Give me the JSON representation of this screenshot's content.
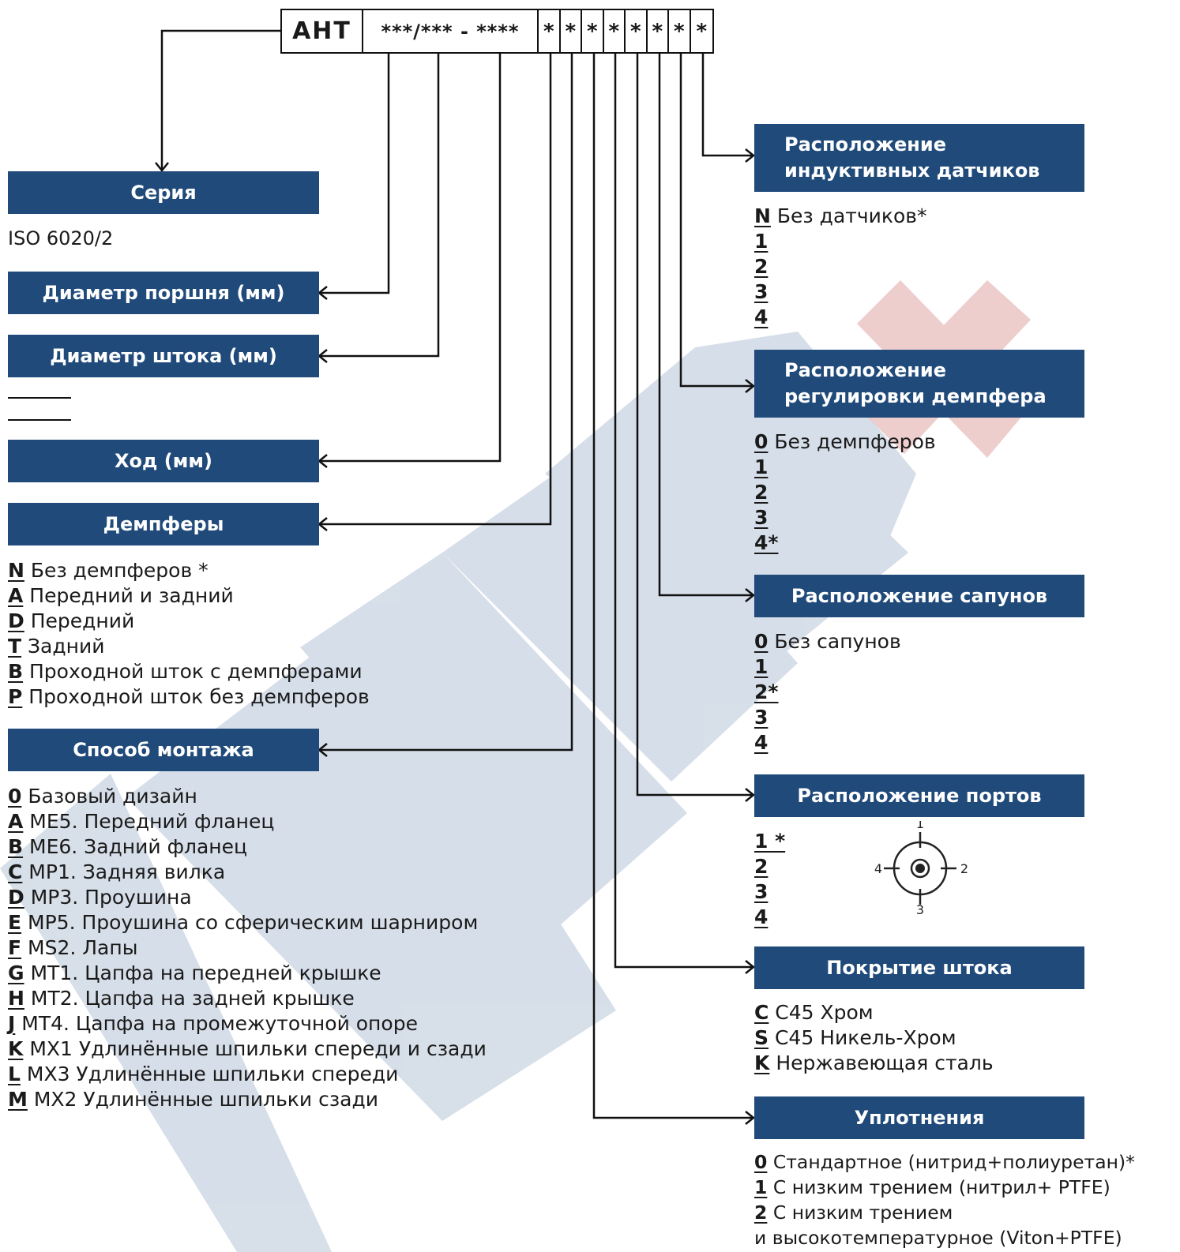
{
  "colors": {
    "header_bg": "#1f4a7a",
    "header_text": "#ffffff",
    "watermark_blue": "#c7d2e0",
    "watermark_red": "#e8b4b4",
    "line": "#111111"
  },
  "code": {
    "series": "АНТ",
    "pattern": "***/*** - ****",
    "stars": [
      "*",
      "*",
      "*",
      "*",
      "*",
      "*",
      "*",
      "*"
    ]
  },
  "series": {
    "title": "Серия",
    "value": "ISO 6020/2"
  },
  "piston": {
    "title": "Диаметр поршня (мм)"
  },
  "rod": {
    "title": "Диаметр штока (мм)"
  },
  "stroke": {
    "title": "Ход (мм)"
  },
  "dampers": {
    "title": "Демпферы",
    "options": [
      {
        "code": "N",
        "text": " Без демпферов *"
      },
      {
        "code": "A",
        "text": " Передний и задний"
      },
      {
        "code": "D",
        "text": " Передний"
      },
      {
        "code": "T",
        "text": " Задний"
      },
      {
        "code": "B",
        "text": " Проходной шток с демпферами"
      },
      {
        "code": "P",
        "text": " Проходной шток без демпферов"
      }
    ]
  },
  "mounting": {
    "title": "Способ монтажа",
    "options": [
      {
        "code": "0",
        "text": " Базовый дизайн"
      },
      {
        "code": "A",
        "text": " ME5. Передний фланец"
      },
      {
        "code": "B",
        "text": " ME6. Задний фланец"
      },
      {
        "code": "C",
        "text": " MP1. Задняя вилка"
      },
      {
        "code": "D",
        "text": " MP3. Проушина"
      },
      {
        "code": "E",
        "text": " MP5. Проушина со сферическим шарниром"
      },
      {
        "code": "F",
        "text": " MS2. Лапы"
      },
      {
        "code": "G",
        "text": " MT1. Цапфа на передней крышке"
      },
      {
        "code": "H",
        "text": " MT2. Цапфа на задней крышке"
      },
      {
        "code": "J",
        "text": " MT4. Цапфа на промежуточной опоре"
      },
      {
        "code": "K",
        "text": " MX1 Удлинённые шпильки спереди и сзади"
      },
      {
        "code": "L",
        "text": " MX3 Удлинённые шпильки спереди"
      },
      {
        "code": "M",
        "text": " MX2 Удлинённые шпильки сзади"
      }
    ]
  },
  "sensors": {
    "title_line1": "Расположение",
    "title_line2": "индуктивных датчиков",
    "options": [
      {
        "code": "N",
        "text": " Без датчиков*"
      },
      {
        "code": "1",
        "text": ""
      },
      {
        "code": "2",
        "text": ""
      },
      {
        "code": "3",
        "text": ""
      },
      {
        "code": "4",
        "text": ""
      }
    ]
  },
  "damper_adj": {
    "title_line1": "Расположение",
    "title_line2": "регулировки демпфера",
    "options": [
      {
        "code": "0",
        "text": " Без демпферов"
      },
      {
        "code": "1",
        "text": ""
      },
      {
        "code": "2",
        "text": ""
      },
      {
        "code": "3",
        "text": ""
      },
      {
        "code": "4*",
        "text": ""
      }
    ]
  },
  "breathers": {
    "title": "Расположение сапунов",
    "options": [
      {
        "code": "0",
        "text": " Без сапунов"
      },
      {
        "code": "1",
        "text": ""
      },
      {
        "code": "2*",
        "text": ""
      },
      {
        "code": "3",
        "text": ""
      },
      {
        "code": "4",
        "text": ""
      }
    ]
  },
  "ports": {
    "title": "Расположение портов",
    "options": [
      {
        "code": "1 *",
        "text": ""
      },
      {
        "code": "2",
        "text": ""
      },
      {
        "code": "3",
        "text": ""
      },
      {
        "code": "4",
        "text": ""
      }
    ],
    "diagram_labels": {
      "top": "1",
      "right": "2",
      "bottom": "3",
      "left": "4"
    }
  },
  "coating": {
    "title": "Покрытие штока",
    "options": [
      {
        "code": "C",
        "text": " C45 Хром"
      },
      {
        "code": "S",
        "text": " C45 Никель-Хром"
      },
      {
        "code": "K",
        "text": " Нержавеющая сталь"
      }
    ]
  },
  "seals": {
    "title": "Уплотнения",
    "options": [
      {
        "code": "0",
        "text": " Стандартное (нитрид+полиуретан)*"
      },
      {
        "code": "1",
        "text": " С низким трением (нитрил+ PTFE)"
      },
      {
        "code": "2",
        "text": " С низким трением"
      },
      {
        "code": "",
        "text": "и высокотемпературное (Viton+PTFE)"
      }
    ]
  }
}
